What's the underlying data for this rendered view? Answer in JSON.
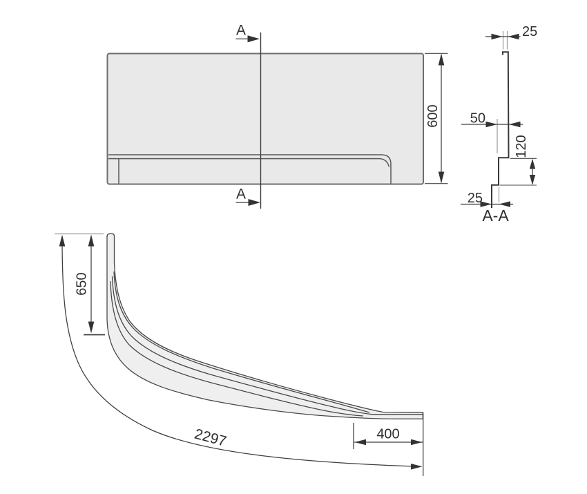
{
  "front_view": {
    "section_label_top": "A",
    "section_label_bottom": "A",
    "dim_height": "600"
  },
  "section_view": {
    "dim_top_thickness": "25",
    "dim_ledge_offset": "50",
    "dim_plinth_height": "120",
    "dim_bottom_thickness": "25",
    "title": "A-A"
  },
  "plan_view": {
    "dim_side_depth": "650",
    "dim_front_length": "2297",
    "dim_end_straight": "400"
  },
  "colors": {
    "background": "#ffffff",
    "panel_fill": "#e9e9e9",
    "band_fill": "#efefef",
    "line_dark": "#3c3c3c",
    "line_medium": "#6e6e6e",
    "line_light": "#9a9a9a",
    "text": "#2f2f2f"
  }
}
